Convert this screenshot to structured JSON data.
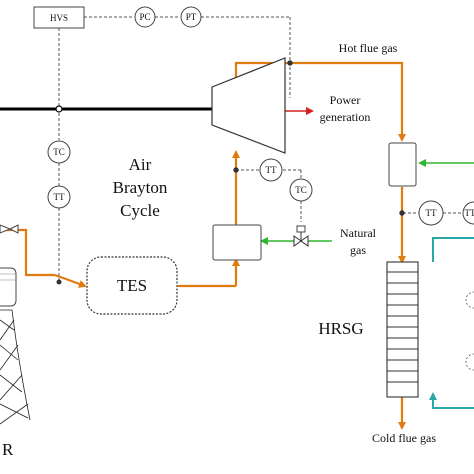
{
  "instruments": {
    "hvs": "HVS",
    "pc": "PC",
    "pt": "PT",
    "tc_left": "TC",
    "tt_left": "TT",
    "tt_right": "TT",
    "tc_right": "TC",
    "tt_hrsg": "TT",
    "tt_edge": "TT"
  },
  "labels": {
    "hot_flue_gas": "Hot flue gas",
    "power_generation_line1": "Power",
    "power_generation_line2": "generation",
    "cycle_line1": "Air",
    "cycle_line2": "Brayton",
    "cycle_line3": "Cycle",
    "natural_gas_line1": "Natural",
    "natural_gas_line2": "gas",
    "tes": "TES",
    "hrsg": "HRSG",
    "cold_flue_gas": "Cold flue gas",
    "tower_partial": "R"
  },
  "colors": {
    "hot_air": "#e07b10",
    "water": "#2aa7a7",
    "fuel": "#2fb52f",
    "electric": "#d42020",
    "signal": "#555555",
    "shaft": "#000000"
  }
}
